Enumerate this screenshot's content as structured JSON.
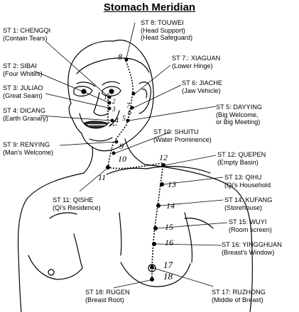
{
  "title": "Stomach Meridian",
  "points": [
    {
      "id": "st1",
      "name": "ST 1: CHENGQI",
      "meaning": "(Contain Tears)"
    },
    {
      "id": "st2",
      "name": "ST 2: SIBAI",
      "meaning": "(Four Whites)"
    },
    {
      "id": "st3",
      "name": "ST 3: JULIAO",
      "meaning": "(Great Seam)"
    },
    {
      "id": "st4",
      "name": "ST 4: DICANG",
      "meaning": "(Earth Granary)"
    },
    {
      "id": "st5",
      "name": "ST 5: DAYYING",
      "meaning": "(Big Welcome,",
      "meaning2": "or Big Meeting)"
    },
    {
      "id": "st6",
      "name": "ST 6: JIACHE",
      "meaning": "(Jaw Vehicle)"
    },
    {
      "id": "st7",
      "name": "ST 7.: XIAGUAN",
      "meaning": "(Lower Hinge)"
    },
    {
      "id": "st8",
      "name": "ST 8: TOUWEI",
      "meaning": "(Head Support)",
      "meaning2": "(Head Safeguard)"
    },
    {
      "id": "st9",
      "name": "ST 9: RENYING",
      "meaning": "(Man's Welcome)"
    },
    {
      "id": "st10",
      "name": "ST 10: SHUITU",
      "meaning": "(Water Prominence)"
    },
    {
      "id": "st11",
      "name": "ST 11: QISHE",
      "meaning": "(Qi's Residence)"
    },
    {
      "id": "st12",
      "name": "ST 12: QUEPEN",
      "meaning": "(Empty Basin)"
    },
    {
      "id": "st13",
      "name": "ST 13: QIHU",
      "meaning": "(Qi's Household"
    },
    {
      "id": "st14",
      "name": "ST 14: KUFANG",
      "meaning": "(Storehouse)"
    },
    {
      "id": "st15",
      "name": "ST 15: WUYI",
      "meaning": "(Room screen)"
    },
    {
      "id": "st16",
      "name": "ST 16: YINGGHUAN",
      "meaning": "(Breast's Window)"
    },
    {
      "id": "st17",
      "name": "ST 17: RUZHONG",
      "meaning": "(Middle of Breast)"
    },
    {
      "id": "st18",
      "name": "ST 18: RUGEN",
      "meaning": "(Breast Root)"
    }
  ],
  "markers": {
    "m1": "1",
    "m2": "2",
    "m3": "3",
    "m4": "4",
    "m5": "5",
    "m6": "6",
    "m7": "7",
    "m8": "8",
    "m9": "9",
    "m10": "10",
    "m11": "11",
    "m12": "12",
    "m13": "13",
    "m14": "14",
    "m15": "15",
    "m16": "16",
    "m17": "17",
    "m18": "18"
  }
}
